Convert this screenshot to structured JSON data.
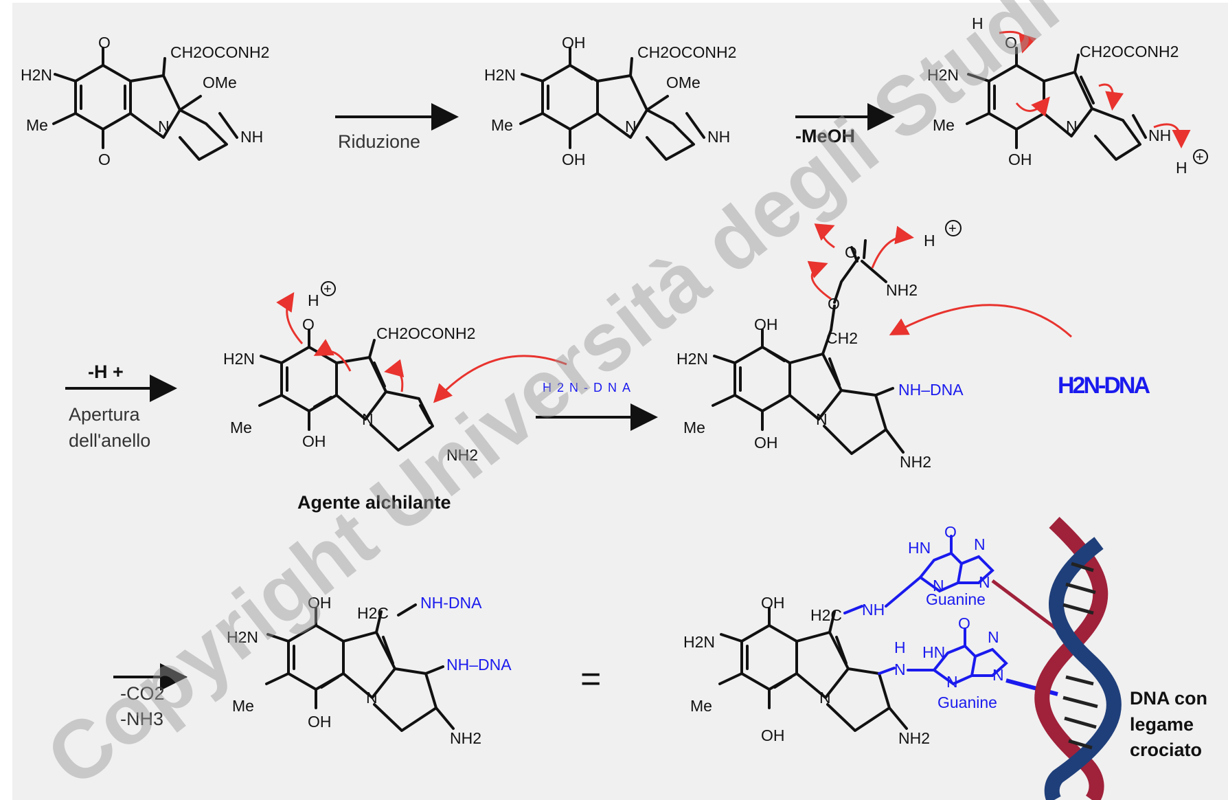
{
  "colors": {
    "panel_bg": "#f0f0f0",
    "curly_arrow": "#e8332e",
    "dna_label": "#1a1aee",
    "helix_red": "#a0213a",
    "helix_blue": "#1f3f7a",
    "watermark": "#999999"
  },
  "watermark": "Copyright Università degli Studi di Milano",
  "steps": {
    "reduction": "Riduzione",
    "loss_meoh": "-MeOH",
    "loss_h": "-H +",
    "ring_opening_1": "Apertura",
    "ring_opening_2": "dell'anello",
    "loss_co2": "-CO2",
    "loss_nh3": "-NH3",
    "equals": "="
  },
  "labels": {
    "alkylating_agent": "Agente alchilante",
    "dna_cross_1": "DNA con",
    "dna_cross_2": "legame",
    "dna_cross_3": "crociato",
    "guanine_top": "Guanine",
    "guanine_bottom": "Guanine",
    "h2n_dna_small": "H2N-DNA",
    "h2n_dna_big": "H2N-DNA"
  },
  "atoms": {
    "oh": "OH",
    "o": "O",
    "h2n": "H2N",
    "me": "Me",
    "n": "N",
    "nh": "NH",
    "nh2": "NH2",
    "ome": "OMe",
    "ch2ocon": "CH2OCONH2",
    "ch2": "CH2",
    "h2c": "H2C",
    "nh_dna": "NH-DNA",
    "nh_dna2": "NH–DNA",
    "h": "H",
    "hplus": "H",
    "hn": "HN",
    "hn_o": "O"
  }
}
